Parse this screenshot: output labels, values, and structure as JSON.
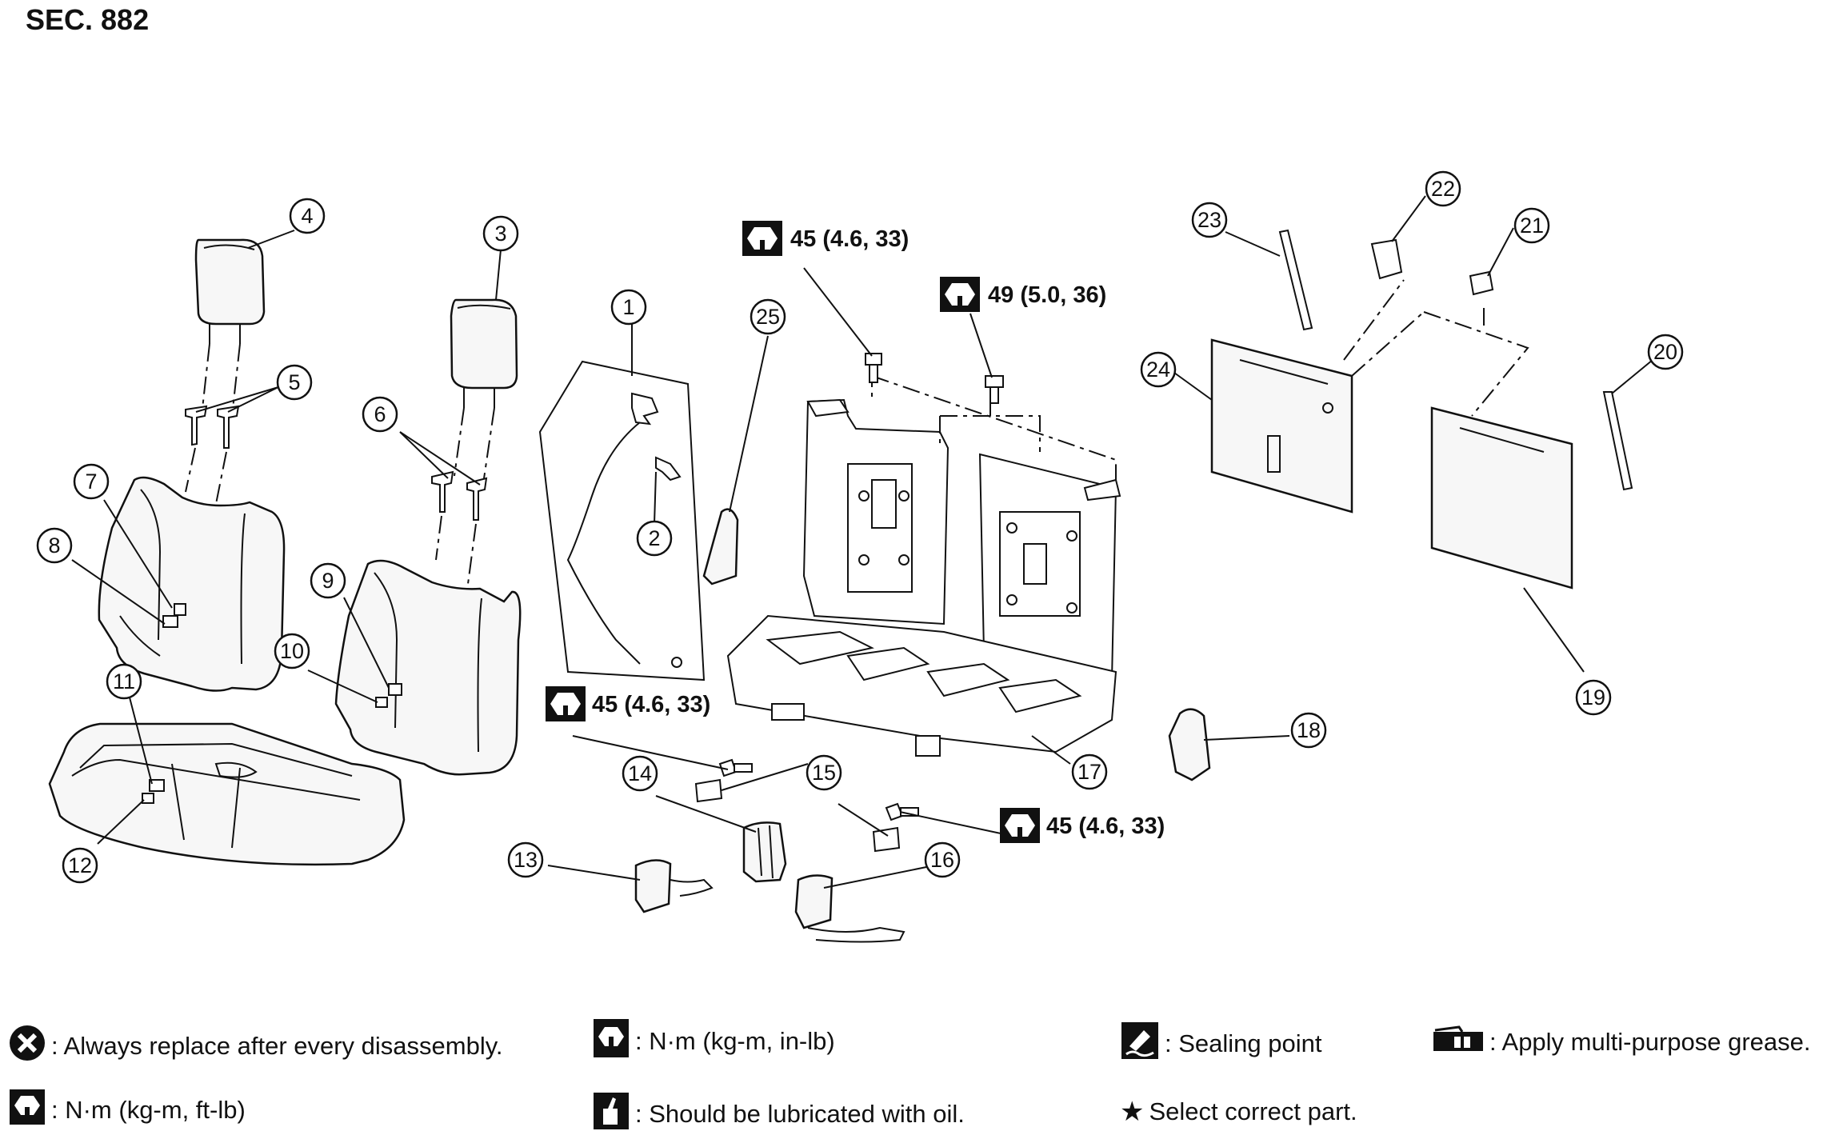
{
  "section_label": "SEC. 882",
  "callouts": [
    "1",
    "2",
    "3",
    "4",
    "5",
    "6",
    "7",
    "8",
    "9",
    "10",
    "11",
    "12",
    "13",
    "14",
    "15",
    "16",
    "17",
    "18",
    "19",
    "20",
    "21",
    "22",
    "23",
    "24",
    "25"
  ],
  "torques": {
    "t1": "45 (4.6, 33)",
    "t2": "49 (5.0, 36)",
    "t3": "45 (4.6, 33)",
    "t4": "45 (4.6, 33)"
  },
  "legend": {
    "always_replace": ": Always replace after every disassembly.",
    "nm_in_lb": ": N·m (kg-m, in-lb)",
    "sealing_point": ": Sealing point",
    "apply_grease": ": Apply multi-purpose grease.",
    "nm_ft_lb": ": N·m (kg-m, ft-lb)",
    "lubricate_oil": ": Should be lubricated with oil.",
    "select_part": "Select correct part."
  },
  "icons": [
    "always-replace-icon",
    "torque-in-lb-icon",
    "sealing-point-icon",
    "grease-icon",
    "torque-ft-lb-icon",
    "oil-can-icon",
    "star-icon"
  ]
}
